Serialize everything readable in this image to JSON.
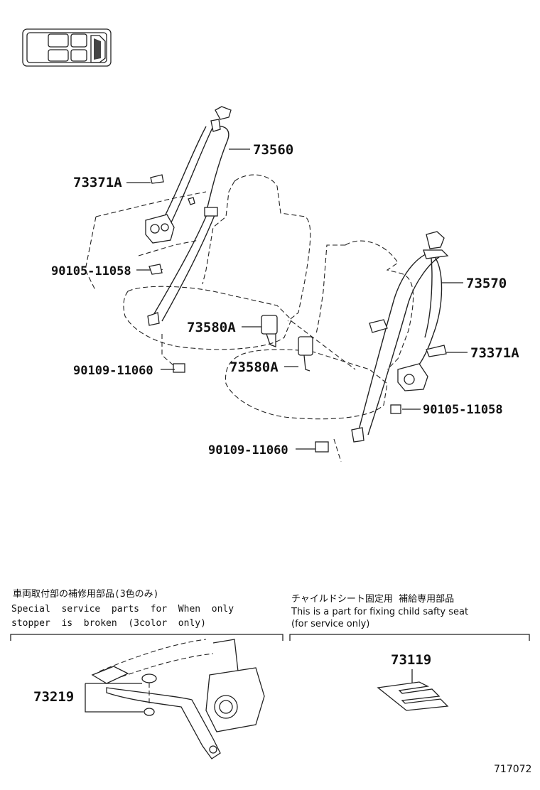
{
  "labels": {
    "p73560": "73560",
    "p73371a_left": "73371A",
    "p90105_left": "90105-11058",
    "p73580a_upper": "73580A",
    "p90109_left": "90109-11060",
    "p73570": "73570",
    "p73371a_right": "73371A",
    "p73580a_lower": "73580A",
    "p90105_right": "90105-11058",
    "p90109_right": "90109-11060",
    "p73219": "73219",
    "p73119": "73119"
  },
  "notes": {
    "left_jp": "車両取付部の補修用部品(3色のみ)",
    "left_en1": "Special  service  parts  for  When  only",
    "left_en2": "stopper  is  broken  (3color  only)",
    "right_jp": "チャイルドシート固定用  補給専用部品",
    "right_en1": "This is a part for fixing child safty seat",
    "right_en2": "(for service only)"
  },
  "footer_code": "717072"
}
